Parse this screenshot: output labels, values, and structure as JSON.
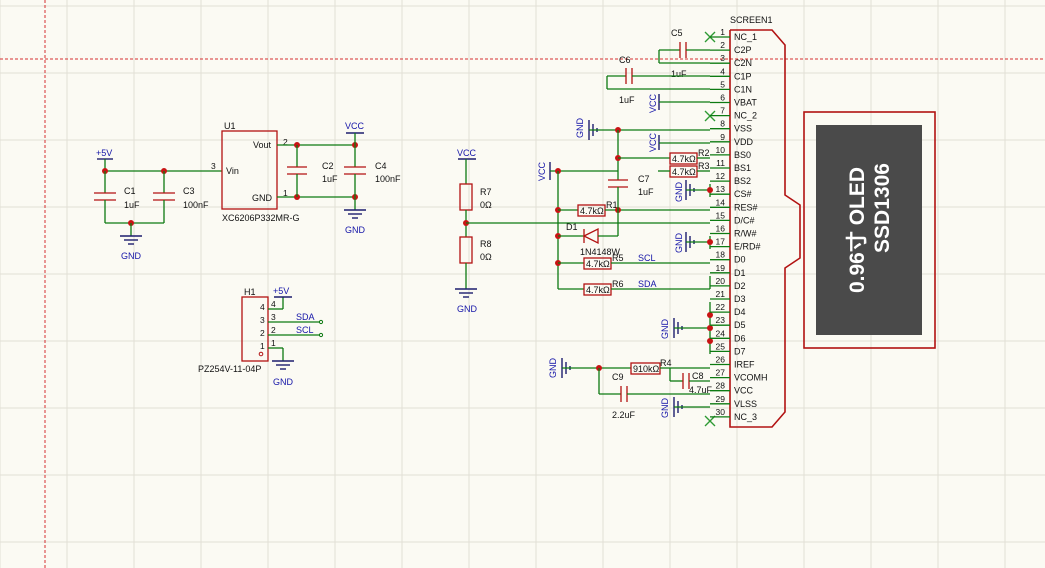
{
  "components": {
    "u1": {
      "ref": "U1",
      "part": "XC6206P332MR-G",
      "pins": {
        "vout": "Vout",
        "vin": "Vin",
        "gnd": "GND",
        "n1": "1",
        "n2": "2",
        "n3": "3"
      }
    },
    "c1": {
      "ref": "C1",
      "value": "1uF"
    },
    "c2": {
      "ref": "C2",
      "value": "1uF"
    },
    "c3": {
      "ref": "C3",
      "value": "100nF"
    },
    "c4": {
      "ref": "C4",
      "value": "100nF"
    },
    "c5": {
      "ref": "C5",
      "value": "1uF"
    },
    "c6": {
      "ref": "C6",
      "value": "1uF"
    },
    "c7": {
      "ref": "C7",
      "value": "1uF"
    },
    "c8": {
      "ref": "C8",
      "value": "4.7uF"
    },
    "c9": {
      "ref": "C9",
      "value": "2.2uF"
    },
    "r1": {
      "ref": "R1",
      "value": "4.7kΩ"
    },
    "r2": {
      "ref": "R2",
      "value": "4.7kΩ"
    },
    "r3": {
      "ref": "R3",
      "value": "4.7kΩ"
    },
    "r4": {
      "ref": "R4",
      "value": "910kΩ"
    },
    "r5": {
      "ref": "R5",
      "value": "4.7kΩ"
    },
    "r6": {
      "ref": "R6",
      "value": "4.7kΩ"
    },
    "r7": {
      "ref": "R7",
      "value": "0Ω"
    },
    "r8": {
      "ref": "R8",
      "value": "0Ω"
    },
    "d1": {
      "ref": "D1",
      "part": "1N4148W"
    },
    "h1": {
      "ref": "H1",
      "part": "PZ254V-11-04P",
      "pins": [
        "4",
        "3",
        "2",
        "1"
      ]
    },
    "screen": {
      "ref": "SCREEN1",
      "display_line1": "0.96寸 OLED",
      "display_line2": "SSD1306"
    }
  },
  "nets": {
    "p5v": "+5V",
    "vcc": "VCC",
    "gnd": "GND",
    "sda": "SDA",
    "scl": "SCL"
  },
  "screen_pins": [
    {
      "num": "1",
      "name": "NC_1"
    },
    {
      "num": "2",
      "name": "C2P"
    },
    {
      "num": "3",
      "name": "C2N"
    },
    {
      "num": "4",
      "name": "C1P"
    },
    {
      "num": "5",
      "name": "C1N"
    },
    {
      "num": "6",
      "name": "VBAT"
    },
    {
      "num": "7",
      "name": "NC_2"
    },
    {
      "num": "8",
      "name": "VSS"
    },
    {
      "num": "9",
      "name": "VDD"
    },
    {
      "num": "10",
      "name": "BS0"
    },
    {
      "num": "11",
      "name": "BS1"
    },
    {
      "num": "12",
      "name": "BS2"
    },
    {
      "num": "13",
      "name": "CS#"
    },
    {
      "num": "14",
      "name": "RES#"
    },
    {
      "num": "15",
      "name": "D/C#"
    },
    {
      "num": "16",
      "name": "R/W#"
    },
    {
      "num": "17",
      "name": "E/RD#"
    },
    {
      "num": "18",
      "name": "D0"
    },
    {
      "num": "19",
      "name": "D1"
    },
    {
      "num": "20",
      "name": "D2"
    },
    {
      "num": "21",
      "name": "D3"
    },
    {
      "num": "22",
      "name": "D4"
    },
    {
      "num": "23",
      "name": "D5"
    },
    {
      "num": "24",
      "name": "D6"
    },
    {
      "num": "25",
      "name": "D7"
    },
    {
      "num": "26",
      "name": "IREF"
    },
    {
      "num": "27",
      "name": "VCOMH"
    },
    {
      "num": "28",
      "name": "VCC"
    },
    {
      "num": "29",
      "name": "VLSS"
    },
    {
      "num": "30",
      "name": "NC_3"
    }
  ]
}
